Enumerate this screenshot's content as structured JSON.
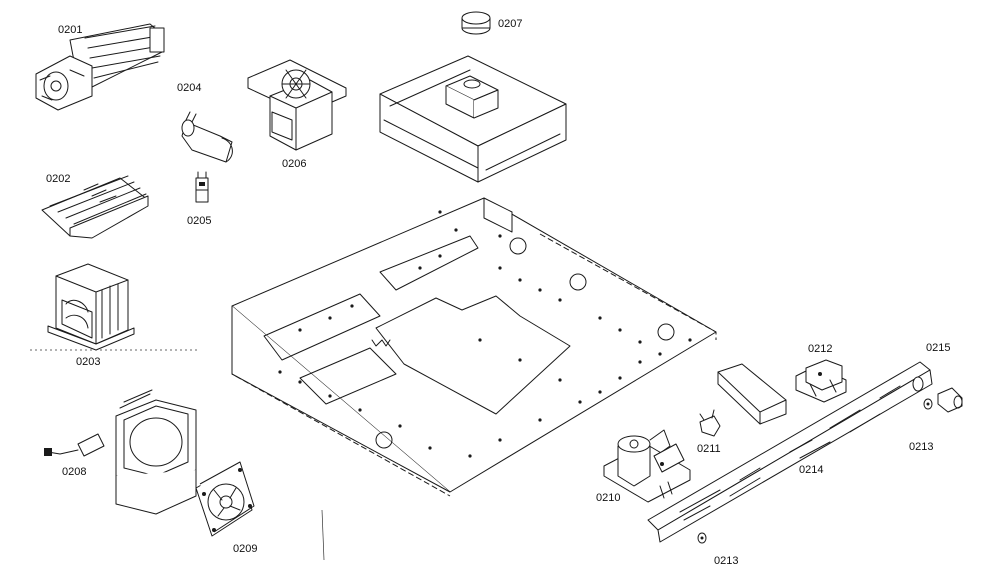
{
  "parts": [
    {
      "id": "0201",
      "label": "0201"
    },
    {
      "id": "0202",
      "label": "0202"
    },
    {
      "id": "0203",
      "label": "0203"
    },
    {
      "id": "0204",
      "label": "0204"
    },
    {
      "id": "0205",
      "label": "0205"
    },
    {
      "id": "0206",
      "label": "0206"
    },
    {
      "id": "0207",
      "label": "0207"
    },
    {
      "id": "0208",
      "label": "0208"
    },
    {
      "id": "0209",
      "label": "0209"
    },
    {
      "id": "0210",
      "label": "0210"
    },
    {
      "id": "0211",
      "label": "0211"
    },
    {
      "id": "0212",
      "label": "0212"
    },
    {
      "id": "0213a",
      "label": "0213"
    },
    {
      "id": "0213b",
      "label": "0213"
    },
    {
      "id": "0214",
      "label": "0214"
    },
    {
      "id": "0215",
      "label": "0215"
    }
  ]
}
